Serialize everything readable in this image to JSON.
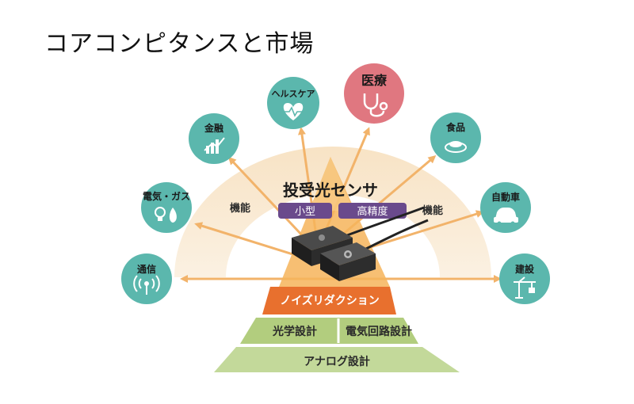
{
  "title": "コアコンピタンスと市場",
  "core": {
    "title": "投受光センサ",
    "tags": [
      "小型",
      "高精度"
    ],
    "function_left": "機能",
    "function_right": "機能"
  },
  "pyramid": {
    "top": "ノイズリダクション",
    "middle_left": "光学設計",
    "middle_right": "電気回路設計",
    "bottom": "アナログ設計"
  },
  "markets": [
    {
      "label": "通信",
      "icon": "antenna-icon"
    },
    {
      "label": "電気・ガス",
      "icon": "bulb-flame-icon"
    },
    {
      "label": "金融",
      "icon": "bar-chart-icon"
    },
    {
      "label": "ヘルスケア",
      "icon": "heart-pulse-icon"
    },
    {
      "label": "医療",
      "icon": "stethoscope-icon"
    },
    {
      "label": "食品",
      "icon": "food-plate-icon"
    },
    {
      "label": "自動車",
      "icon": "car-icon"
    },
    {
      "label": "建設",
      "icon": "crane-icon"
    }
  ],
  "colors": {
    "node": "#5bb7ad",
    "medical_node": "#e07780",
    "arrow": "#f2b36a",
    "arc": "#f7e6cf",
    "pyramid_top": "#f4a949",
    "noise_band": "#e8702e",
    "middle_band": "#a8c56e",
    "bottom_band": "#b9d38a",
    "tag": "#6a4a8c"
  }
}
